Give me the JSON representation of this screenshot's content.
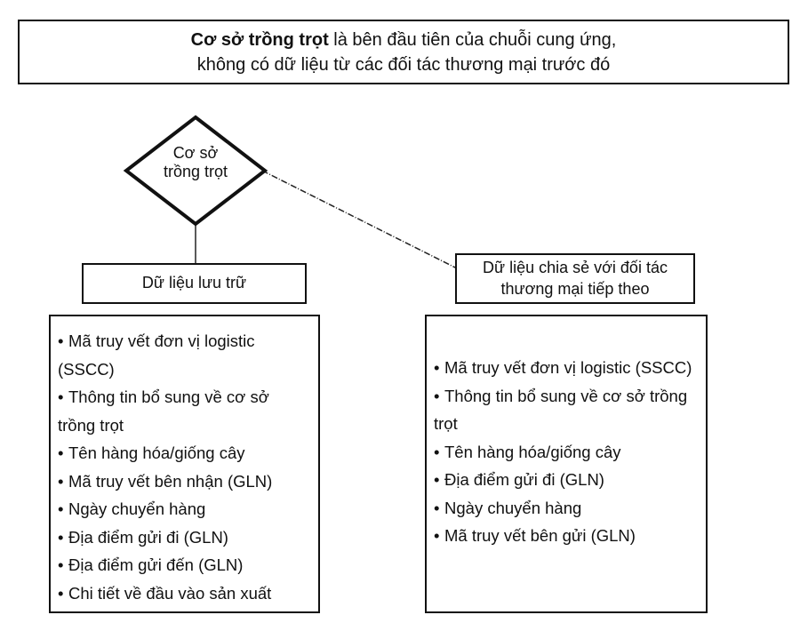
{
  "header": {
    "title_bold": "Cơ sở trồng trọt",
    "title_rest": " là bên đầu tiên của chuỗi cung ứng,",
    "line2": "không có dữ liệu từ các đối tác thương mại trước đó"
  },
  "node": {
    "label_line1": "Cơ sở",
    "label_line2": "trồng trọt"
  },
  "stored": {
    "label": "Dữ liệu lưu trữ",
    "items": [
      "Mã truy vết đơn vị logistic (SSCC)",
      "Thông tin bổ sung về cơ sở trồng trọt",
      "Tên hàng hóa/giống cây",
      "Mã truy vết bên nhận (GLN)",
      "Ngày chuyển hàng",
      "Địa điểm gửi đi (GLN)",
      "Địa điểm gửi đến (GLN)",
      "Chi tiết về đầu vào sản xuất"
    ]
  },
  "shared": {
    "label_line1": "Dữ liệu chia sẻ với đối tác",
    "label_line2": "thương mại tiếp theo",
    "items": [
      "Mã truy vết đơn vị logistic (SSCC)",
      "Thông tin bổ sung về cơ sở trồng trọt",
      "Tên hàng hóa/giống cây",
      "Địa điểm gửi đi (GLN)",
      "Ngày chuyển hàng",
      "Mã truy vết bên gửi (GLN)"
    ]
  }
}
